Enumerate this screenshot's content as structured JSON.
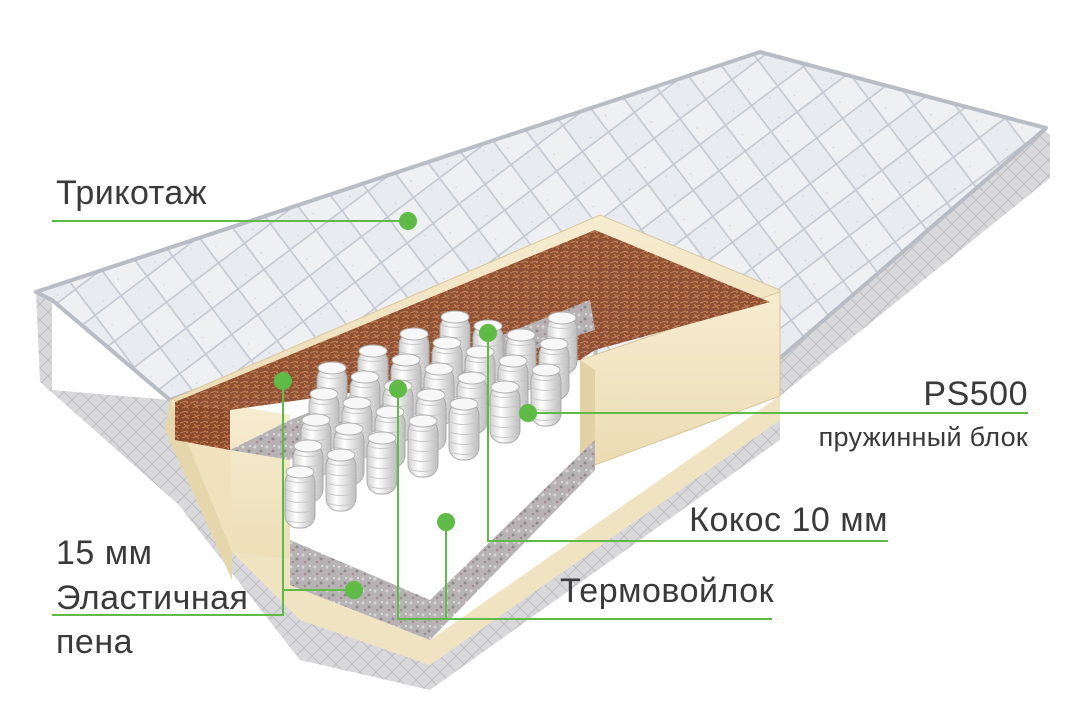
{
  "labels": {
    "trikotazh": "Трикотаж",
    "ps500": "PS500",
    "spring_block": "пружинный блок",
    "coconut": "Кокос 10 мм",
    "thermo_felt": "Термовойлок",
    "foam_thickness": "15 мм",
    "foam_line1": "Эластичная",
    "foam_line2": "пена"
  },
  "colors": {
    "leader": "#5dbb46",
    "text": "#3a3a3a",
    "cover": "#e9ecf1",
    "foam": "#f1e6c7",
    "coconut": "#8a4a2c",
    "felt": "#b9b4b4",
    "spring": "#f4f4f4"
  }
}
